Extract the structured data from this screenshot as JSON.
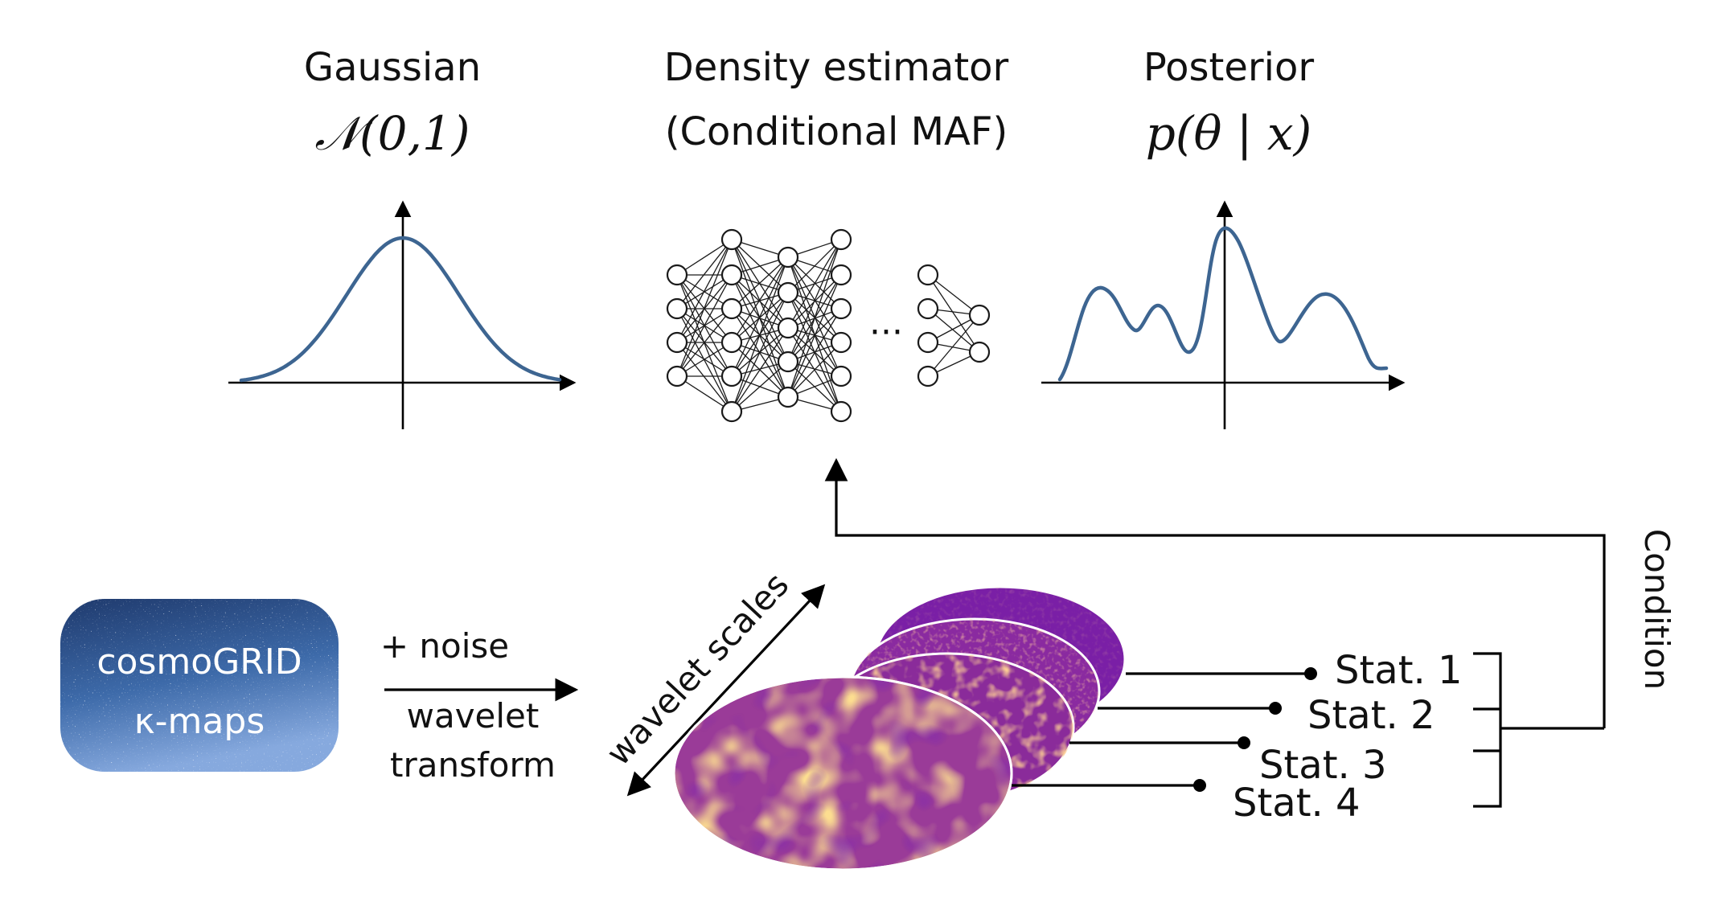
{
  "diagram": {
    "gaussian": {
      "title": "Gaussian",
      "formula": "𝒩(0,1)"
    },
    "estimator": {
      "title": "Density estimator",
      "subtitle": "(Conditional MAF)",
      "ellipsis": "···"
    },
    "posterior": {
      "title": "Posterior",
      "formula": "p(θ | x)"
    },
    "source": {
      "line1": "cosmoGRID",
      "line2": "κ-maps"
    },
    "transform": {
      "above": "+ noise",
      "below_line1": "wavelet",
      "below_line2": "transform"
    },
    "scales_label": "wavelet scales",
    "stats": [
      "Stat. 1",
      "Stat. 2",
      "Stat. 3",
      "Stat. 4"
    ],
    "condition_label": "Condition"
  },
  "colors": {
    "curve": "#3d6591",
    "source_box_top": "#233f73",
    "source_box_bottom": "#7a9bd4",
    "map_purple": "#7e22a8",
    "map_orange": "#f2a53f",
    "map_yellow": "#f5e04a"
  }
}
